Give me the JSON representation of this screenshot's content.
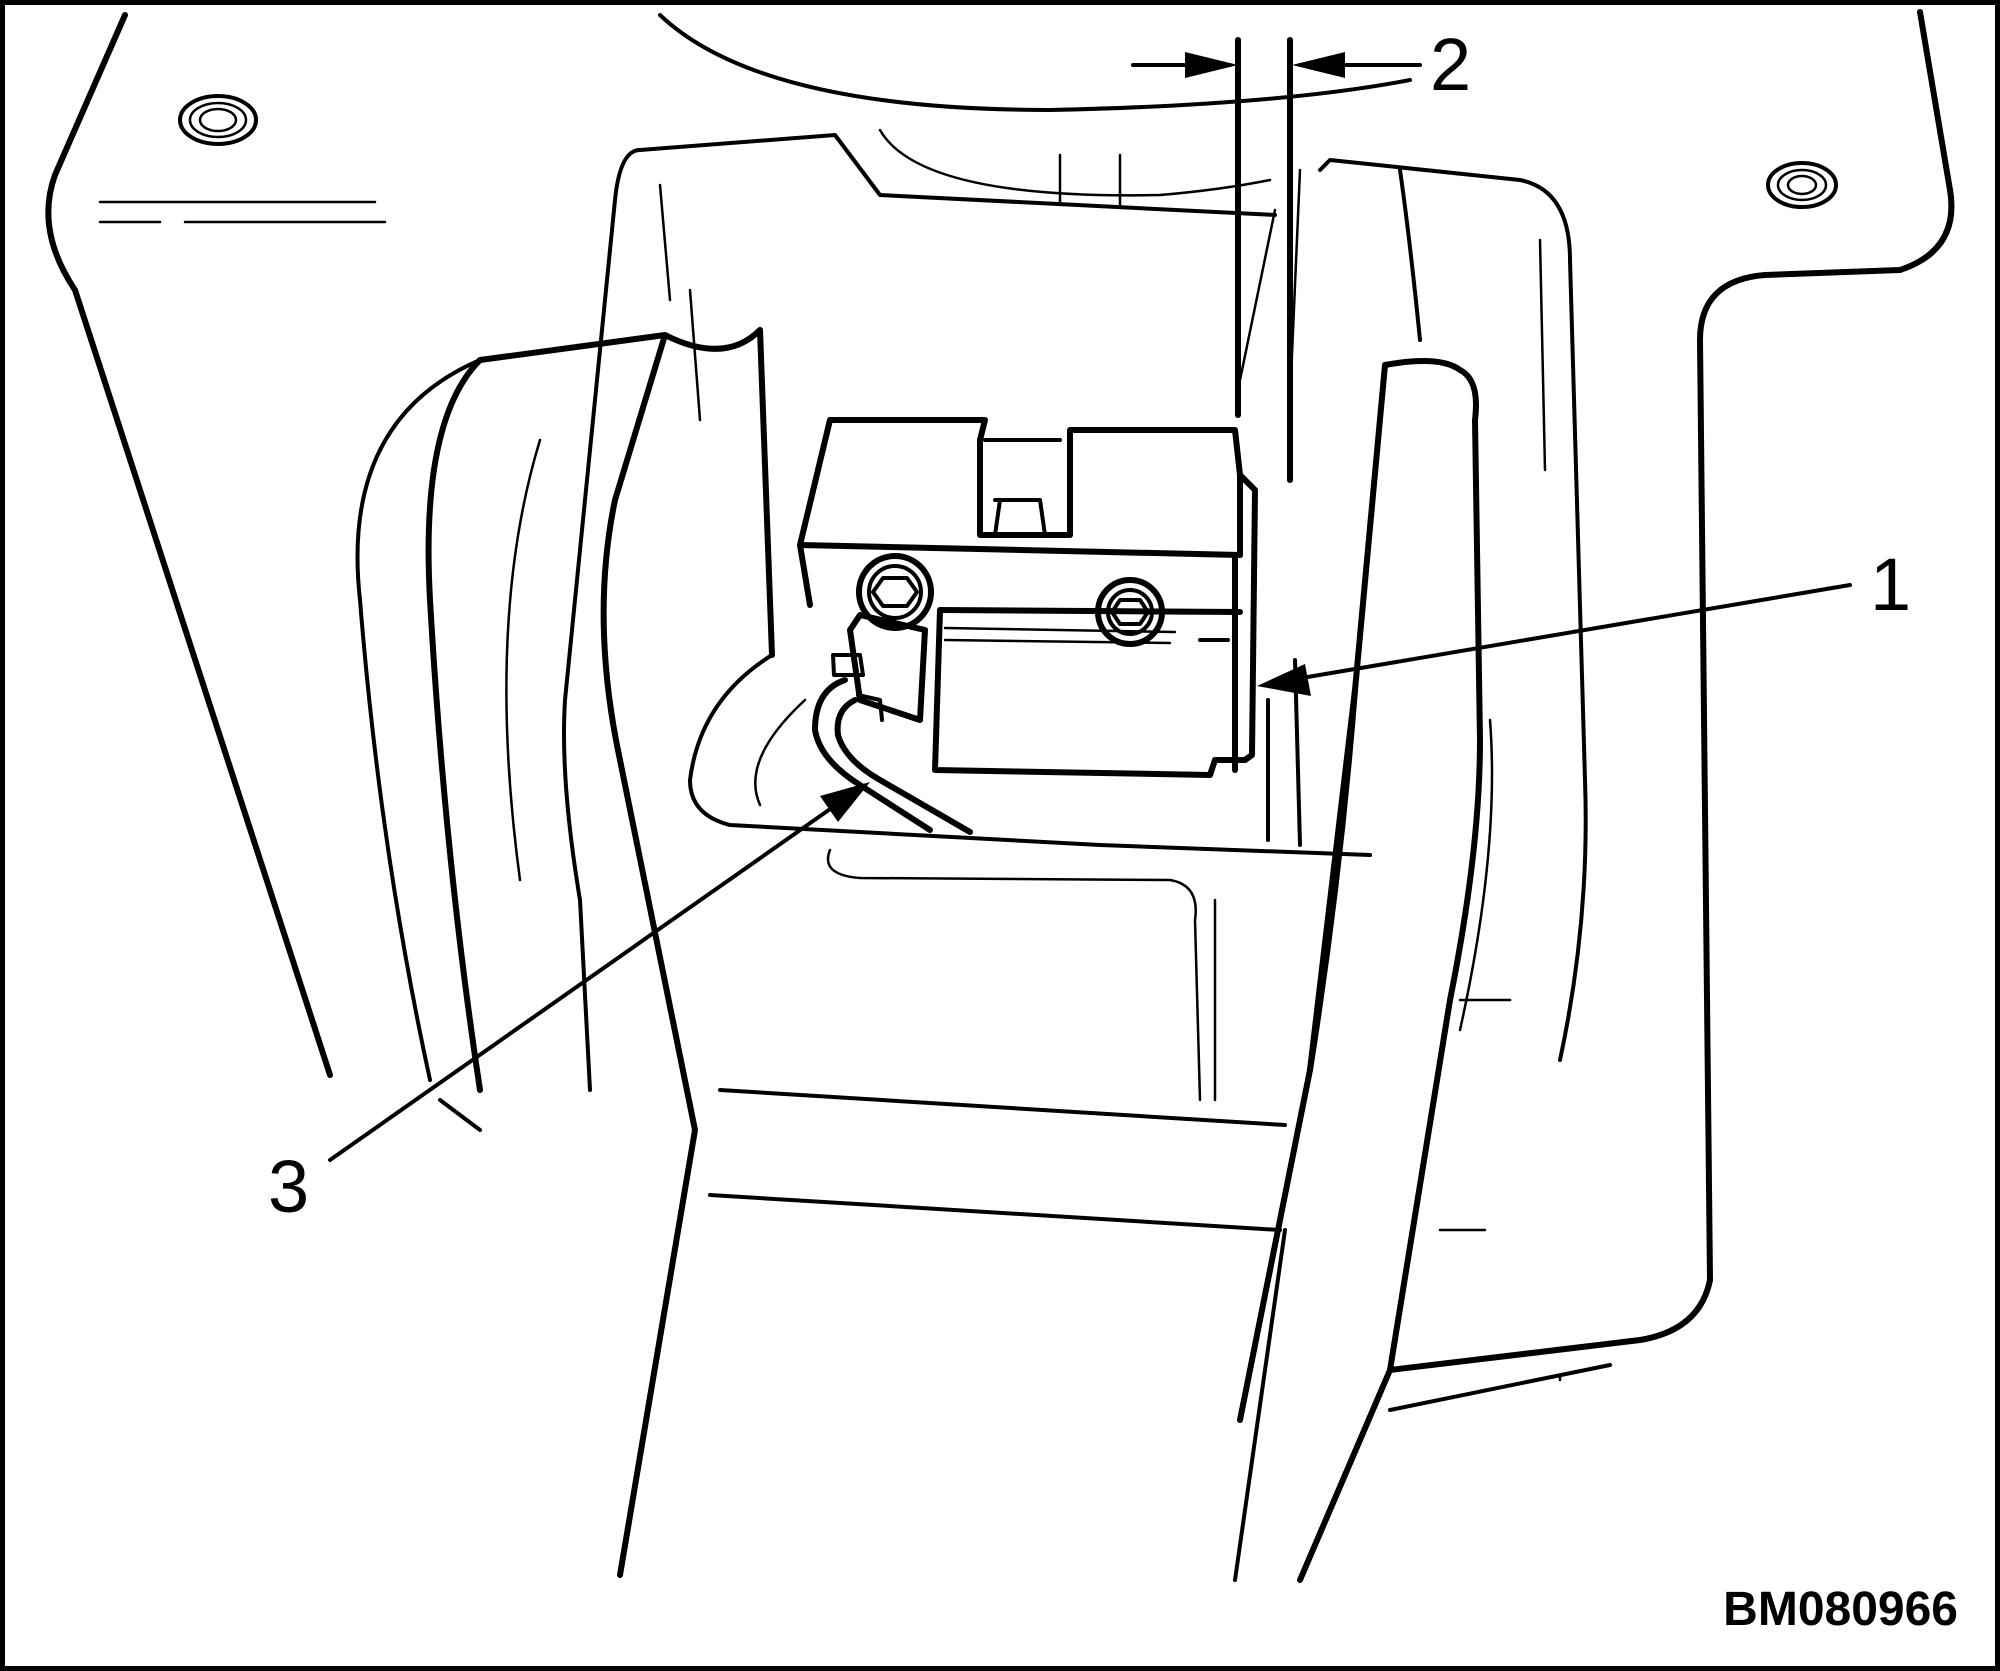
{
  "figure": {
    "code": "BM080966",
    "callouts": [
      {
        "label": "1",
        "target": "component"
      },
      {
        "label": "2",
        "target": "gap-dimension"
      },
      {
        "label": "3",
        "target": "cable"
      }
    ]
  },
  "colors": {
    "stroke": "#000000",
    "background": "#ffffff"
  }
}
